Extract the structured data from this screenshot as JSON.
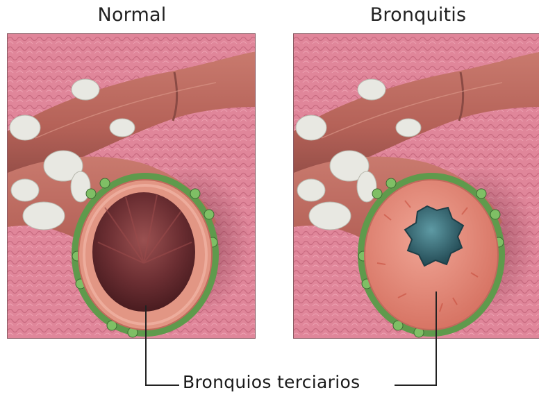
{
  "panels": [
    {
      "title": "Normal"
    },
    {
      "title": "Bronquitis"
    }
  ],
  "caption": "Bronquios terciarios",
  "colors": {
    "tissue": "#e0869a",
    "tissue_dark": "#c86a80",
    "bronchus_wall": "#b8685f",
    "bronchus_light": "#d4897d",
    "cartilage": "#e8e8e2",
    "glands": "#5f9a4c",
    "lumen_normal": "#6b2e32",
    "lumen_inflamed": "#2c5f6a",
    "line": "#222222"
  }
}
